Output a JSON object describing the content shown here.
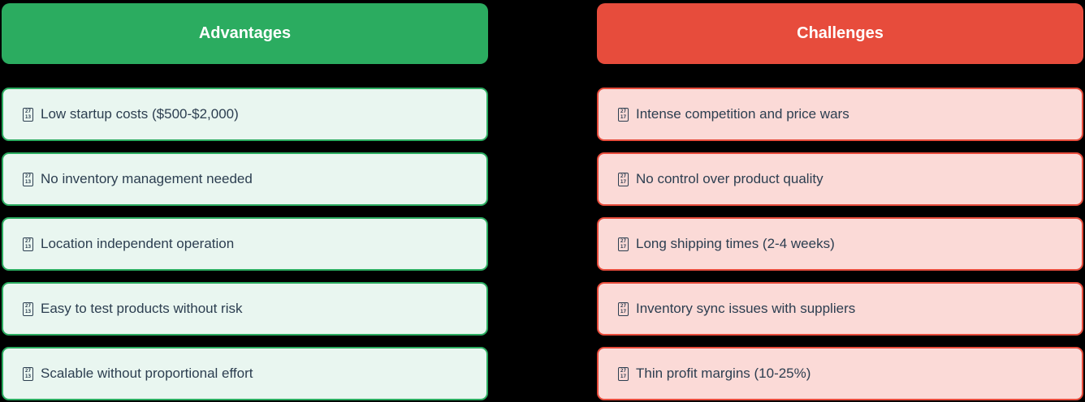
{
  "theme": {
    "background": "#000000",
    "advantage_green": "#2bac60",
    "advantage_item_bg": "#e9f6f0",
    "challenge_red": "#e74c3c",
    "challenge_item_bg": "#fbdad7",
    "text_color": "#2c3e50"
  },
  "columns": [
    {
      "title": "Advantages",
      "icon": {
        "name": "check-mark-missing-glyph",
        "unicode": "U+2713",
        "hex_top": "27",
        "hex_bottom": "13"
      },
      "items": [
        "Low startup costs ($500-$2,000)",
        "No inventory management needed",
        "Location independent operation",
        "Easy to test products without risk",
        "Scalable without proportional effort"
      ]
    },
    {
      "title": "Challenges",
      "icon": {
        "name": "ballot-x-missing-glyph",
        "unicode": "U+2717",
        "hex_top": "27",
        "hex_bottom": "17"
      },
      "items": [
        "Intense competition and price wars",
        "No control over product quality",
        "Long shipping times (2-4 weeks)",
        "Inventory sync issues with suppliers",
        "Thin profit margins (10-25%)"
      ]
    }
  ]
}
